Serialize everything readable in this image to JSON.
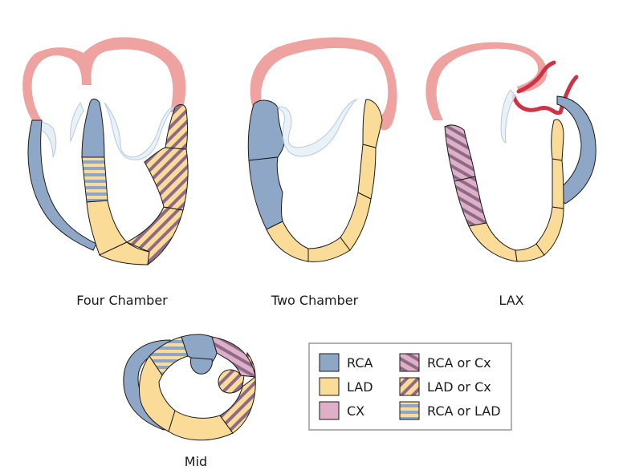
{
  "colors": {
    "rca": "#8fa7c7",
    "lad": "#fadb97",
    "cx": "#ddb0c8",
    "atrium": "#eea3a0",
    "vessel": "#cc3344",
    "valve": "#e6eef6",
    "valve_stroke": "#b6cadc",
    "stripe_dark": "#8e6a87",
    "legend_border": "#999999"
  },
  "views": {
    "four_chamber": {
      "label": "Four Chamber"
    },
    "two_chamber": {
      "label": "Two Chamber"
    },
    "lax": {
      "label": "LAX"
    },
    "mid": {
      "label": "Mid"
    }
  },
  "legend": {
    "items": [
      {
        "label": "RCA",
        "fill": "rca"
      },
      {
        "label": "LAD",
        "fill": "lad"
      },
      {
        "label": "CX",
        "fill": "cx"
      },
      {
        "label": "RCA or Cx",
        "fill": "rca-or-cx"
      },
      {
        "label": "LAD or Cx",
        "fill": "lad-or-cx"
      },
      {
        "label": "RCA or LAD",
        "fill": "rca-or-lad"
      }
    ]
  }
}
